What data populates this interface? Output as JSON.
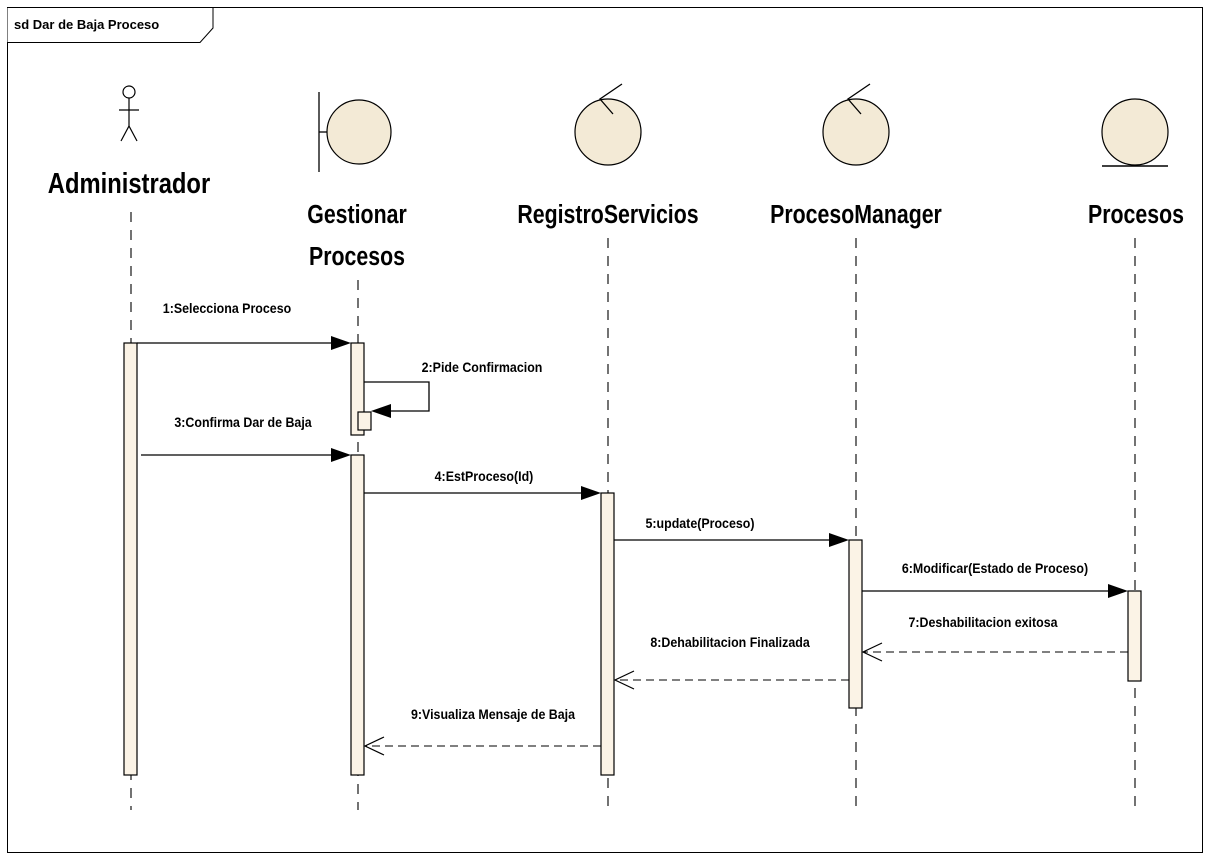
{
  "frame": {
    "title": "sd Dar de Baja Proceso"
  },
  "lifelines": [
    {
      "id": "administrador",
      "kind": "actor",
      "name": "Administrador"
    },
    {
      "id": "gestionar",
      "kind": "boundary",
      "name_line1": "Gestionar",
      "name_line2": "Procesos"
    },
    {
      "id": "registro",
      "kind": "control",
      "name": "RegistroServicios"
    },
    {
      "id": "manager",
      "kind": "control",
      "name": "ProcesoManager"
    },
    {
      "id": "procesos",
      "kind": "entity",
      "name": "Procesos"
    }
  ],
  "messages": [
    {
      "label": "1:Selecciona Proceso",
      "type": "sync"
    },
    {
      "label": "2:Pide Confirmacion",
      "type": "self"
    },
    {
      "label": "3:Confirma Dar de Baja",
      "type": "sync"
    },
    {
      "label": "4:EstProceso(Id)",
      "type": "sync"
    },
    {
      "label": "5:update(Proceso)",
      "type": "sync"
    },
    {
      "label": "6:Modificar(Estado de Proceso)",
      "type": "sync"
    },
    {
      "label": "7:Deshabilitacion exitosa",
      "type": "return"
    },
    {
      "label": "8:Dehabilitacion Finalizada",
      "type": "return"
    },
    {
      "label": "9:Visualiza Mensaje de Baja",
      "type": "return"
    }
  ],
  "colors": {
    "fill": "#f3ead6",
    "activation": "#fbf3e6",
    "line": "#000000"
  }
}
